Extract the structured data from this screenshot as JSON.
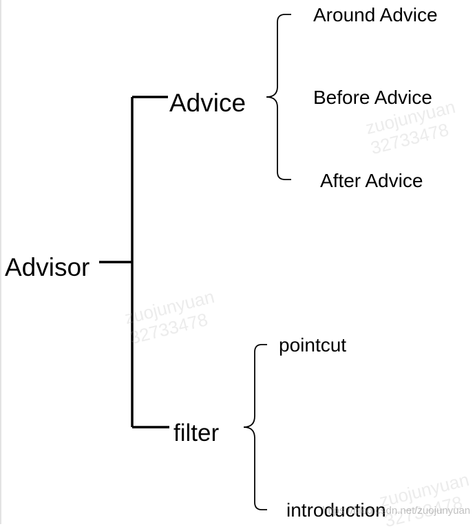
{
  "diagram": {
    "root": "Advisor",
    "branches": [
      {
        "label": "Advice",
        "children": [
          "Around Advice",
          "Before Advice",
          "After Advice"
        ]
      },
      {
        "label": "filter",
        "children": [
          "pointcut",
          "introduction"
        ]
      }
    ]
  },
  "watermarks": {
    "repeated": "zuojunyuan\n32733478",
    "footer": "https://blog.csdn.net/zuojunyuan"
  },
  "colors": {
    "line": "#000000",
    "text": "#000000",
    "background": "#ffffff",
    "watermark": "#aaaaaa"
  }
}
